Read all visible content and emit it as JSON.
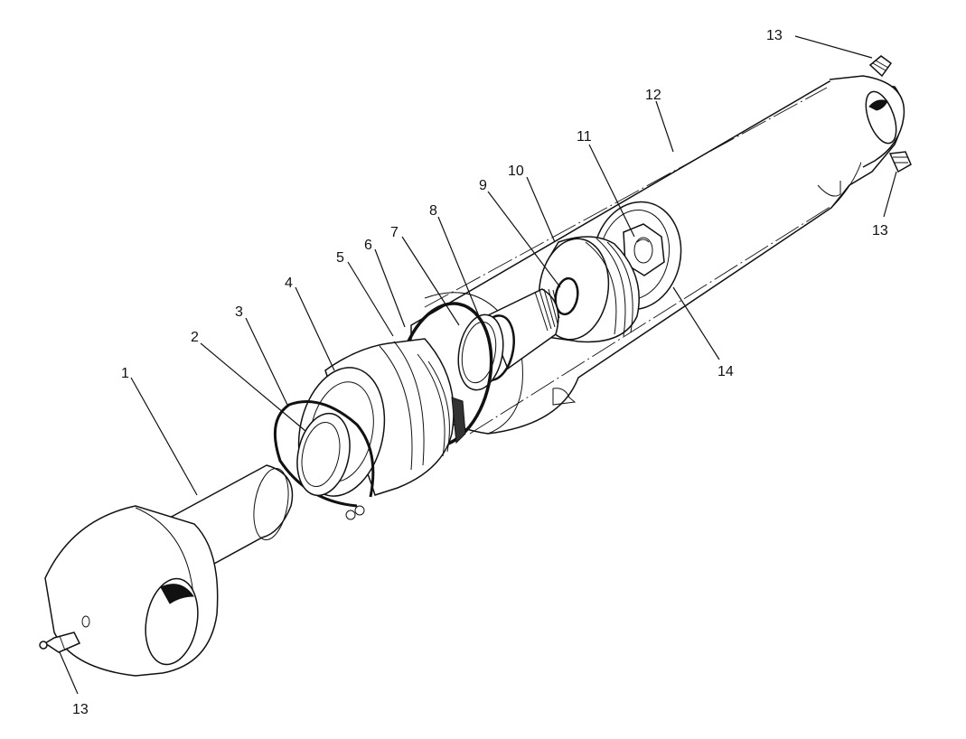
{
  "callouts": {
    "c1": "1",
    "c2": "2",
    "c3": "3",
    "c4": "4",
    "c5": "5",
    "c6": "6",
    "c7": "7",
    "c8": "8",
    "c9": "9",
    "c10": "10",
    "c11": "11",
    "c12": "12",
    "c13_top": "13",
    "c13_right": "13",
    "c13_bottom": "13",
    "c14": "14"
  }
}
